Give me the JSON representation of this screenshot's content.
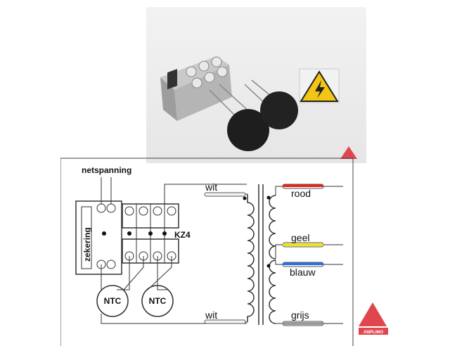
{
  "labels": {
    "mains": "netspanning",
    "fuse": "zekering",
    "terminal_block": "KZ4",
    "ntc_left": "NTC",
    "ntc_right": "NTC",
    "primary_top": "wit",
    "primary_bottom": "wit"
  },
  "secondary_wires": [
    {
      "label": "rood",
      "color": "#d62b1f"
    },
    {
      "label": "geel",
      "color": "#f2e21a"
    },
    {
      "label": "blauw",
      "color": "#2f6fd8"
    },
    {
      "label": "grijs",
      "color": "#9a9a9a"
    }
  ],
  "brand": {
    "name": "AMPLIMO",
    "color": "#e0464e"
  },
  "icons": [
    "high-voltage-warning-icon",
    "amplimo-logo-icon"
  ]
}
